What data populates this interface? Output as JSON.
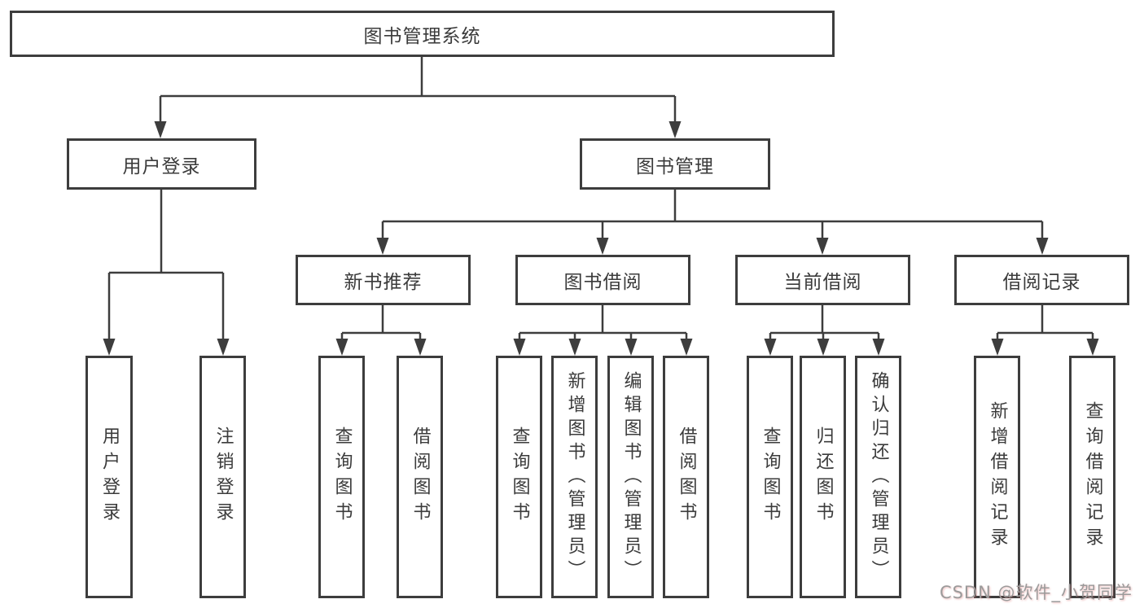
{
  "diagram": {
    "title": "图书管理系统",
    "level2": [
      {
        "label": "用户登录"
      },
      {
        "label": "图书管理"
      }
    ],
    "level3": [
      {
        "label": "新书推荐",
        "parent": "图书管理"
      },
      {
        "label": "图书借阅",
        "parent": "图书管理"
      },
      {
        "label": "当前借阅",
        "parent": "图书管理"
      },
      {
        "label": "借阅记录",
        "parent": "图书管理"
      }
    ],
    "leaves": [
      {
        "label": "用户登录",
        "parent": "用户登录"
      },
      {
        "label": "注销登录",
        "parent": "用户登录"
      },
      {
        "label": "查询图书",
        "parent": "新书推荐"
      },
      {
        "label": "借阅图书",
        "parent": "新书推荐"
      },
      {
        "label": "查询图书",
        "parent": "图书借阅"
      },
      {
        "label": "新增图书（管理员）",
        "parent": "图书借阅"
      },
      {
        "label": "编辑图书（管理员）",
        "parent": "图书借阅"
      },
      {
        "label": "借阅图书",
        "parent": "图书借阅"
      },
      {
        "label": "查询图书",
        "parent": "当前借阅"
      },
      {
        "label": "归还图书",
        "parent": "当前借阅"
      },
      {
        "label": "确认归还（管理员）",
        "parent": "当前借阅"
      },
      {
        "label": "新增借阅记录",
        "parent": "借阅记录"
      },
      {
        "label": "查询借阅记录",
        "parent": "借阅记录"
      }
    ]
  },
  "watermark": "CSDN @软件_小贺同学",
  "colors": {
    "line": "#3d3d3d",
    "box_border": "#3d3d3d",
    "text": "#3b3b3b",
    "background": "#ffffff",
    "watermark": "#9b9b9b"
  }
}
